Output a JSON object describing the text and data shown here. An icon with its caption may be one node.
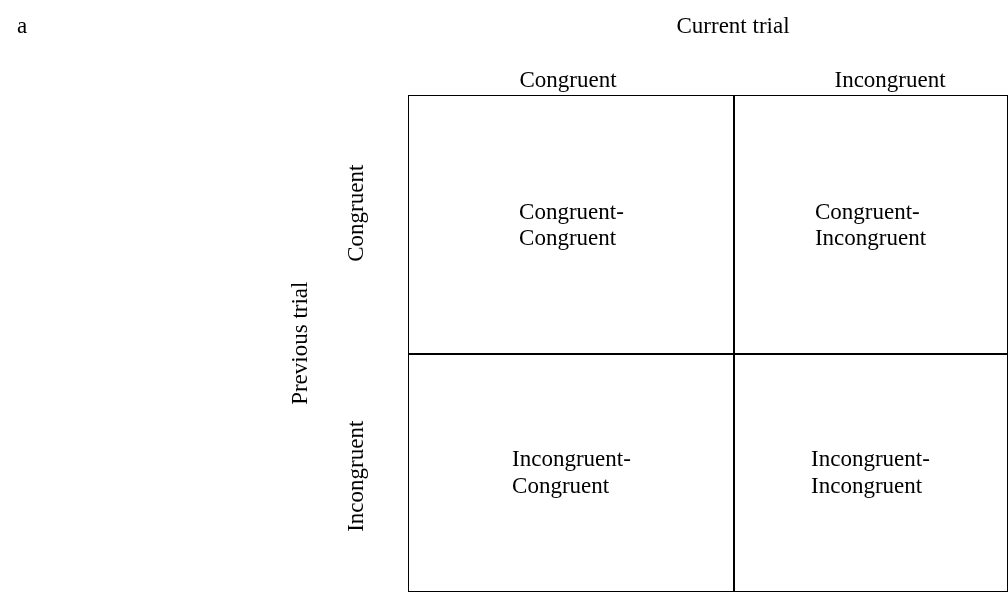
{
  "diagram": {
    "labels": [
      "a",
      "Current trial",
      "Congruent",
      "Incongruent",
      "Previous trial",
      "Congruent",
      "Incongruent",
      "Congruent- Congruent",
      "Congruent- Incongruent",
      "Incongruent- Congruent",
      "Incongruent- Incongruent"
    ]
  }
}
